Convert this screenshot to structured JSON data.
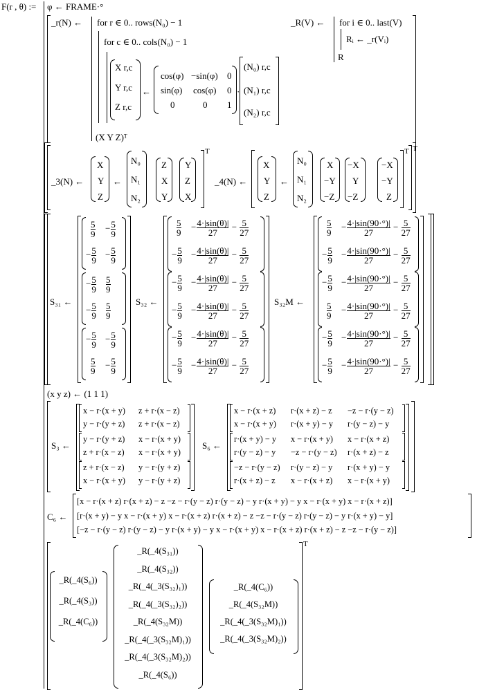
{
  "header": {
    "func": "F(r , θ) :=",
    "phi": "φ ← FRAME·°"
  },
  "rblock": {
    "lhs": "_r(N) ←",
    "loop1": "for  r ∈ 0.. rows(N₀) − 1",
    "loop2": "for  c ∈ 0.. cols(N₀) − 1",
    "vec": [
      "X r,c",
      "Y r,c",
      "Z r,c"
    ],
    "rot": [
      [
        "cos(φ)",
        "−sin(φ)",
        "0"
      ],
      [
        "sin(φ)",
        "cos(φ)",
        "0"
      ],
      [
        "0",
        "0",
        "1"
      ]
    ],
    "nvec": [
      "(N₀) r,c",
      "(N₁) r,c",
      "(N₂) r,c"
    ],
    "ret": "(X  Y  Z)ᵀ"
  },
  "Rblock": {
    "lhs": "_R(V) ←",
    "loop": "for  i ∈ 0.. last(V)",
    "assign": "Rᵢ ← _r(Vᵢ)",
    "ret": "R"
  },
  "three": {
    "lhs": "_3(N) ←",
    "xyz": [
      "X",
      "Y",
      "Z"
    ],
    "n": [
      "N₀",
      "N₁",
      "N₂"
    ],
    "c1": [
      "Z",
      "X",
      "Y"
    ],
    "c2": [
      "Y",
      "Z",
      "X"
    ]
  },
  "four": {
    "lhs": "_4(N) ←",
    "xyz": [
      "X",
      "Y",
      "Z"
    ],
    "n": [
      "N₀",
      "N₁",
      "N₂"
    ],
    "c1": [
      "X",
      "−Y",
      "−Z"
    ],
    "c2": [
      "−X",
      "Y",
      "−Z"
    ],
    "c3": [
      "−X",
      "−Y",
      "Z"
    ]
  },
  "S31": {
    "lhs": "S₃₁ ←"
  },
  "S32": {
    "lhs": "S₃₂ ←",
    "expr": "4·|sin(θ)|"
  },
  "S32M": {
    "lhs": "S₃₂M ←",
    "expr": "4·|sin(90·°)|"
  },
  "xyz_assign": "(x  y  z) ← (1  1  1)",
  "S3": {
    "lhs": "S₃ ←",
    "rows": [
      [
        "x − r·(x + y)",
        "z + r·(x − z)"
      ],
      [
        "y − r·(y + z)",
        "z + r·(x − z)"
      ],
      [
        "y − r·(y + z)",
        "x − r·(x + y)"
      ],
      [
        "z + r·(x − z)",
        "x − r·(x + y)"
      ],
      [
        "z + r·(x − z)",
        "y − r·(y + z)"
      ],
      [
        "x − r·(x + y)",
        "y − r·(y + z)"
      ]
    ]
  },
  "S6": {
    "lhs": "S₆ ←",
    "rows": [
      [
        "x − r·(x + z)",
        "r·(x + z) − z",
        "−z − r·(y − z)"
      ],
      [
        "x − r·(x + y)",
        "r·(x + y) − y",
        "r·(y − z) − y"
      ],
      [
        "r·(x + y) − y",
        "x − r·(x + y)",
        "x − r·(x + z)"
      ],
      [
        "r·(y − z) − y",
        "−z − r·(y − z)",
        "r·(x + z) − z"
      ],
      [
        "−z − r·(y − z)",
        "r·(y − z) − y",
        "r·(x + y) − y"
      ],
      [
        "r·(x + z) − z",
        "x − r·(x + z)",
        "x − r·(x + y)"
      ]
    ]
  },
  "C6": {
    "lhs": "C₆ ←",
    "rows": [
      "[x − r·(x + z)   r·(x + z) − z   −z − r·(y − z)   r·(y − z) − y   r·(x + y) − y   x − r·(x + y)   x − r·(x + z)]",
      "[r·(x + y) − y   x − r·(x + y)   x − r·(x + z)   r·(x + z) − z   −z − r·(y − z)   r·(y − z) − y   r·(x + y) − y]",
      "[−z − r·(y − z)   r·(y − z) − y   r·(x + y) − y   x − r·(x + y)   x − r·(x + z)   r·(x + z) − z   −z − r·(y − z)]"
    ]
  },
  "result": {
    "col1": [
      "_R(_4(S₆))",
      "_R(_4(S₃))",
      "_R(_4(C₆))"
    ],
    "col2": [
      "_R(_4(S₃₁))",
      "_R(_4(S₃₂))",
      "_R(_4(_3(S₃₂)₁))",
      "_R(_4(_3(S₃₂)₂))",
      "_R(_4(S₃₂M))",
      "_R(_4(_3(S₃₂M)₁))",
      "_R(_4(_3(S₃₂M)₂))",
      "_R(_4(S₆))"
    ],
    "col3": [
      "_R(_4(C₆))",
      "_R(_4(S₃₂M))",
      "_R(_4(_3(S₃₂M)₁))",
      "_R(_4(_3(S₃₂M)₂))"
    ],
    "transpose": "T"
  }
}
